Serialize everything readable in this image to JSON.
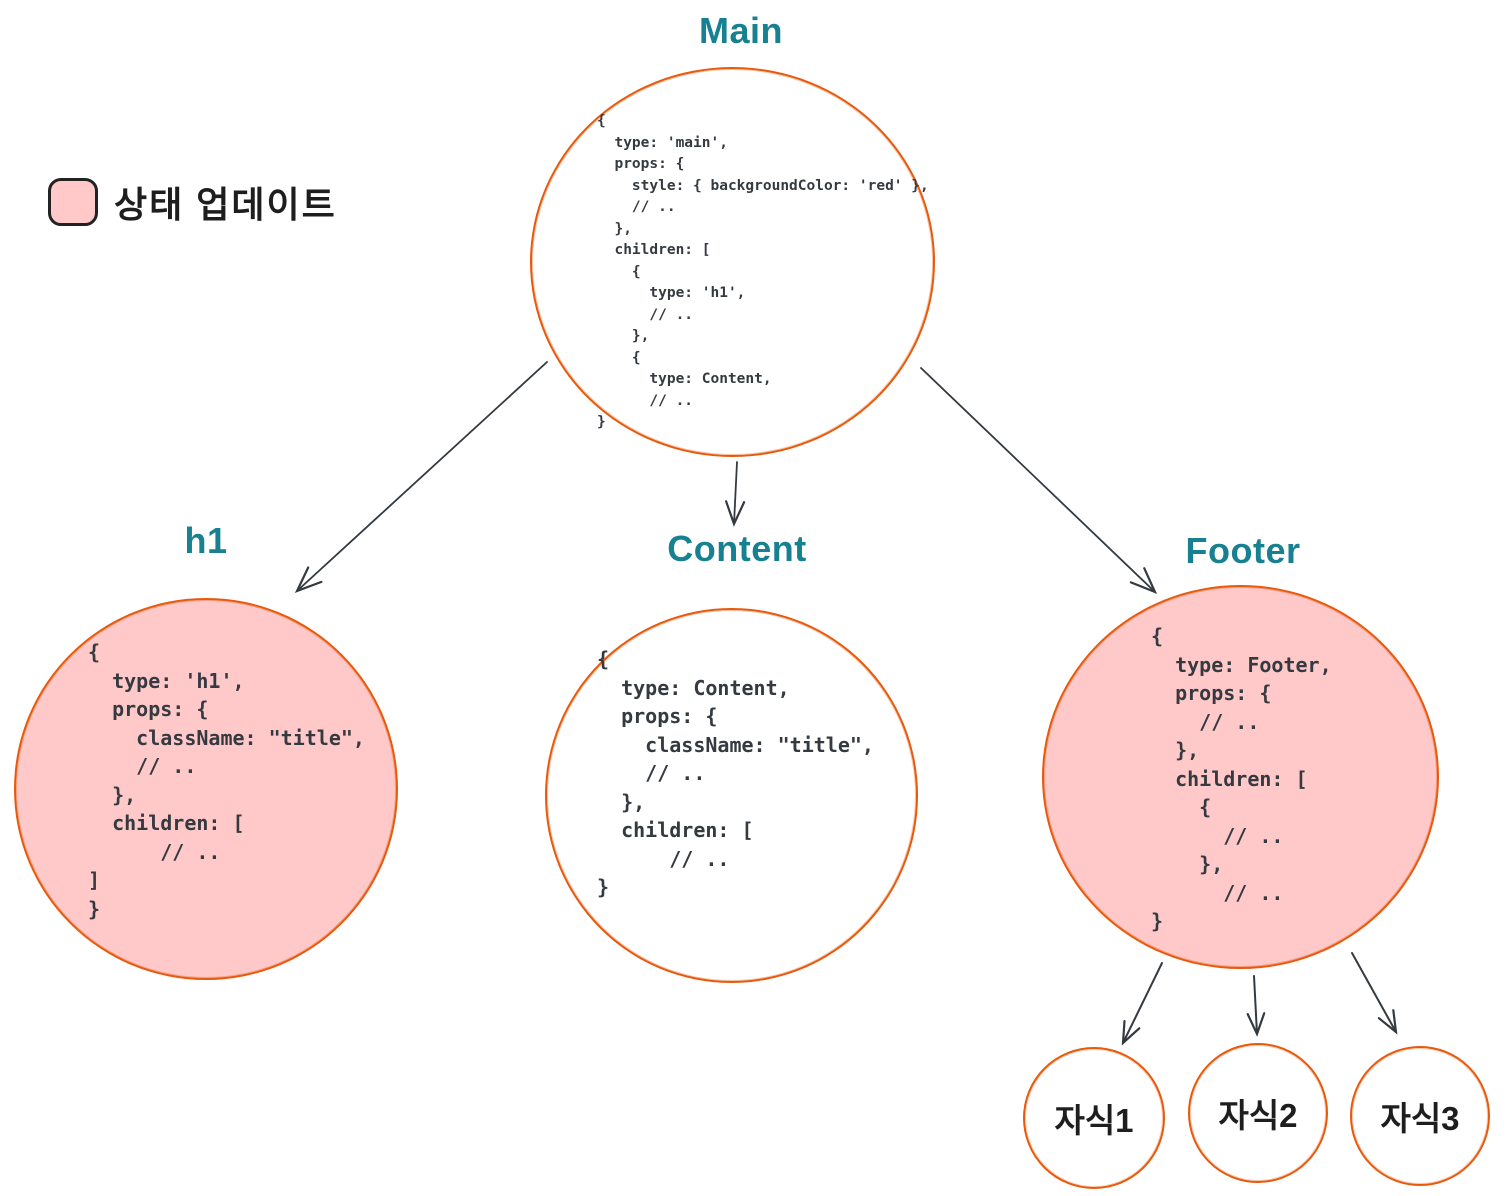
{
  "legend": {
    "label": "상태 업데이트",
    "swatch_color": "#ffc9c9"
  },
  "colors": {
    "node_stroke": "#e8590c",
    "highlight_fill": "#ffc9c9",
    "heading_teal": "#178192",
    "code_text": "#343a40",
    "arrow": "#343a40",
    "legend_border": "#222222"
  },
  "nodes": {
    "main": {
      "label": "Main",
      "highlighted": false,
      "code": "{\n  type: 'main',\n  props: {\n    style: { backgroundColor: 'red' },\n    // ..\n  },\n  children: [\n    {\n      type: 'h1',\n      // ..\n    },\n    {\n      type: Content,\n      // ..\n}"
    },
    "h1": {
      "label": "h1",
      "highlighted": true,
      "code": "{\n  type: 'h1',\n  props: {\n    className: \"title\",\n    // ..\n  },\n  children: [\n      // ..\n]\n}"
    },
    "content": {
      "label": "Content",
      "highlighted": false,
      "code": "{\n  type: Content,\n  props: {\n    className: \"title\",\n    // ..\n  },\n  children: [\n      // ..\n}"
    },
    "footer": {
      "label": "Footer",
      "highlighted": true,
      "code": "{\n  type: Footer,\n  props: {\n    // ..\n  },\n  children: [\n    {\n      // ..\n    },\n      // ..\n}"
    }
  },
  "children": [
    {
      "label": "자식1"
    },
    {
      "label": "자식2"
    },
    {
      "label": "자식3"
    }
  ]
}
